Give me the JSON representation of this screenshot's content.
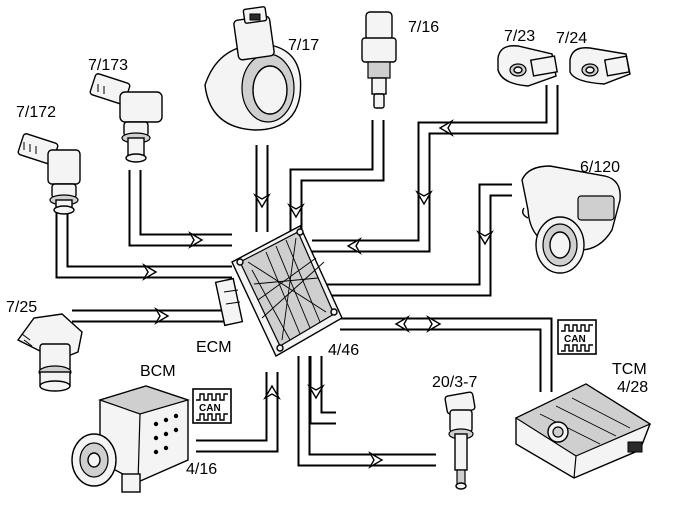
{
  "labels": {
    "ecm": "ECM",
    "ecm_connector": "4/46",
    "sensor_7_172": "7/172",
    "sensor_7_173": "7/173",
    "sensor_7_17": "7/17",
    "sensor_7_16": "7/16",
    "sensor_7_23": "7/23",
    "sensor_7_24": "7/24",
    "throttle_6_120": "6/120",
    "sensor_7_25": "7/25",
    "bcm": "BCM",
    "bcm_connector": "4/16",
    "ignition_coil": "20/3-7",
    "tcm": "TCM",
    "tcm_connector": "4/28"
  },
  "can_bus": {
    "symbol_text": "CAN"
  },
  "icons": {
    "ecm": "ecm-control-unit-icon",
    "camshaft_sensor": "camshaft-sensor-icon",
    "maf_sensor": "mass-airflow-sensor-icon",
    "temp_sensor": "coolant-temp-sensor-icon",
    "knock_sensor": "knock-sensor-icon",
    "throttle": "throttle-body-icon",
    "crank_sensor": "crankshaft-sensor-icon",
    "bcm": "bcm-module-icon",
    "ignition_coil": "ignition-coil-icon",
    "tcm": "tcm-module-icon"
  }
}
